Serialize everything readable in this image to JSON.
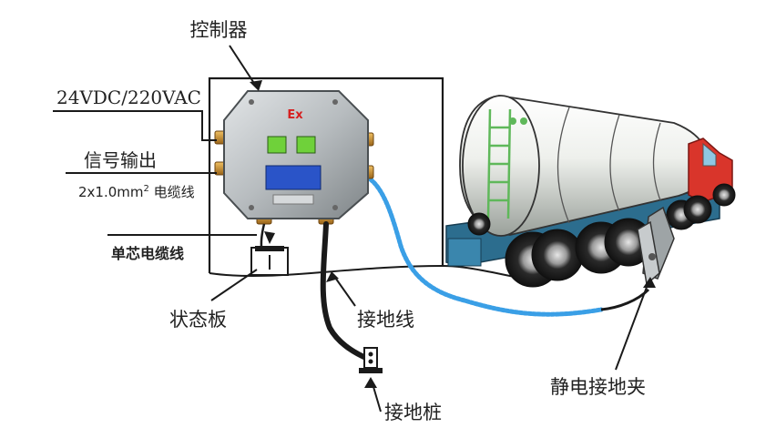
{
  "labels": {
    "controller": "控制器",
    "power": "24VDC/220VAC",
    "signal_output": "信号输出",
    "cable_spec_prefix": "2x1.0mm",
    "cable_spec_sup": "2",
    "cable_spec_suffix": " 电缆线",
    "single_core_cable": "单芯电缆线",
    "status_board": "状态板",
    "ground_wire": "接地线",
    "ground_post": "接地桩",
    "static_clamp": "静电接地夹"
  },
  "controller_box": {
    "ex_mark": "Ex"
  },
  "colors": {
    "outline": "#1a1a1a",
    "housing": "#b8bdc0",
    "window": "#6fd13a",
    "nameplate": "#2a54c8",
    "brass": "#c98a2e",
    "coil": "#3a9fe6",
    "tank_shell": "#f1f3f0",
    "chassis": "#2c6d8e",
    "cab": "#d9352b",
    "ladder": "#5fb85a"
  }
}
